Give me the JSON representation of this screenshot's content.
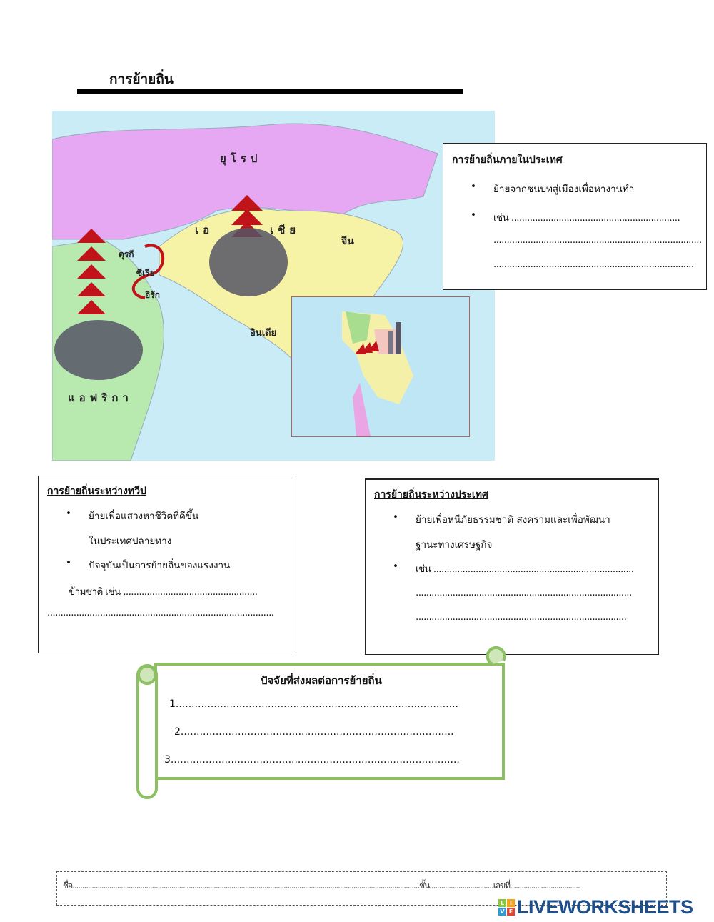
{
  "title": "การย้ายถิ่น",
  "map": {
    "labels": {
      "europe": "ยุโรป",
      "asia_1": "เอ",
      "asia_2": "เชีย",
      "china": "จีน",
      "turkey": "ตุรกี",
      "syria": "ซีเรีย",
      "iraq": "อิรัก",
      "india": "อินเดีย",
      "africa": "แอฟริกา"
    },
    "colors": {
      "europe": "#e6a8f2",
      "asia": "#f7f3a6",
      "africa": "#b8eab0",
      "sea": "#c9ecf6",
      "arrow": "#c0131a"
    }
  },
  "domestic": {
    "heading": "การย้ายถิ่นภายในประเทศ",
    "bullet1": "ย้ายจากชนบทสู่เมืองเพื่อหางานทำ",
    "bullet2": "เช่น ................................................................",
    "line2": "...............................................................................",
    "line3": "............................................................................"
  },
  "intercontinental": {
    "heading": "การย้ายถิ่นระหว่างทวีป",
    "bullet1": "ย้ายเพื่อแสวงหาชีวิตที่ดีขึ้น",
    "bullet1_cont": "ในประเทศปลายทาง",
    "bullet2": "ปัจจุบันเป็นการย้ายถิ่นของแรงงาน",
    "bullet2_cont": "ข้ามชาติ เช่น ...................................................",
    "line": "......................................................................................"
  },
  "international": {
    "heading": "การย้ายถิ่นระหว่างประเทศ",
    "bullet1": "ย้ายเพื่อหนีภัยธรรมชาติ สงครามและเพื่อพัฒนา",
    "bullet1_cont": "ฐานะทางเศรษฐกิจ",
    "bullet2": "เช่น ............................................................................",
    "line2": "..................................................................................",
    "line3": "................................................................................"
  },
  "factors": {
    "heading": "ปัจจัยที่ส่งผลต่อการย้ายถิ่น",
    "item1": "1.........................................................................................",
    "item2": "2......................................................................................",
    "item3": "3..........................................................................................."
  },
  "footer": {
    "name": "ชื่อ...................................................................................................................................................................................",
    "class": "ชั้น.................................",
    "number": "เลขที่...................................."
  },
  "logo": {
    "text": "LIVEWORKSHEETS",
    "letters": [
      "L",
      "I",
      "V",
      "E"
    ]
  }
}
